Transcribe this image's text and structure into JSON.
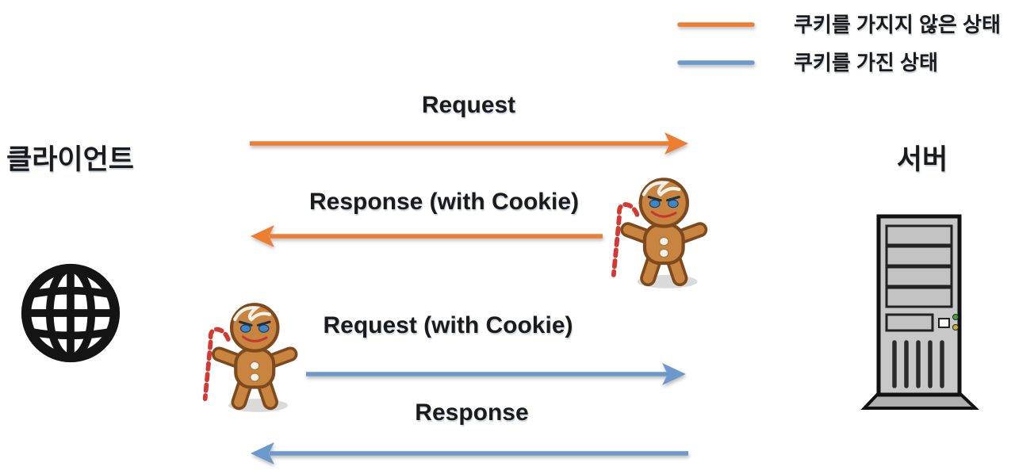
{
  "diagram": {
    "client_label": "클라이언트",
    "server_label": "서버"
  },
  "legend": {
    "items": [
      {
        "label": "쿠키를 가지지 않은 상태",
        "state": "no-cookie",
        "color": "#ED7D31"
      },
      {
        "label": "쿠키를 가진 상태",
        "state": "cookie",
        "color": "#6C98CC"
      }
    ]
  },
  "flows": [
    {
      "label": "Request",
      "from": "client",
      "to": "server",
      "state": "no-cookie"
    },
    {
      "label": "Response (with Cookie)",
      "from": "server",
      "to": "client",
      "state": "no-cookie"
    },
    {
      "label": "Request (with Cookie)",
      "from": "client",
      "to": "server",
      "state": "cookie"
    },
    {
      "label": "Response",
      "from": "server",
      "to": "client",
      "state": "cookie"
    }
  ],
  "colors": {
    "no_cookie_line": "#ED7D31",
    "cookie_line": "#6C98CC",
    "label_text": "#1B1B1B"
  },
  "icons": {
    "client": "globe-icon",
    "server": "server-tower-icon",
    "cookie": "gingerbread-cookie-icon"
  }
}
